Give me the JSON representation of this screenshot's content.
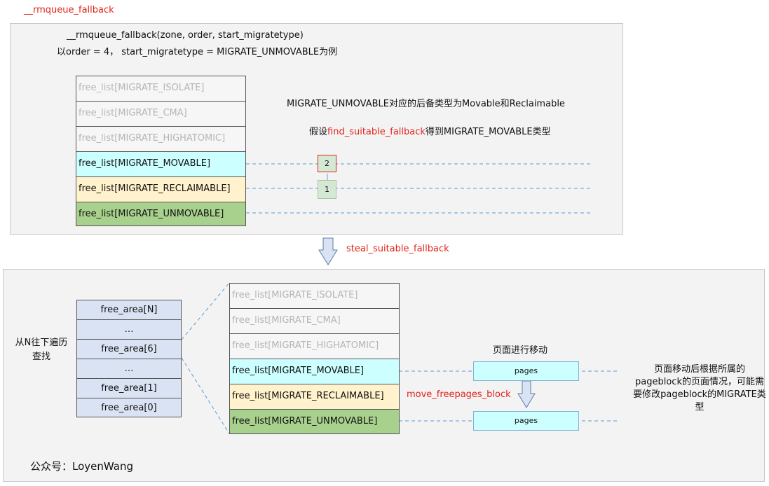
{
  "header_label": "__rmqueue_fallback",
  "top": {
    "call_line": "__rmqueue_fallback(zone, order, start_migratetype)",
    "example_line": "以order = 4， start_migratetype = MIGRATE_UNMOVABLE为例",
    "lists": [
      "free_list[MIGRATE_ISOLATE]",
      "free_list[MIGRATE_CMA]",
      "free_list[MIGRATE_HIGHATOMIC]",
      "free_list[MIGRATE_MOVABLE]",
      "free_list[MIGRATE_RECLAIMABLE]",
      "free_list[MIGRATE_UNMOVABLE]"
    ],
    "note1": "MIGRATE_UNMOVABLE对应的后备类型为Movable和Reclaimable",
    "note2_prefix": "假设",
    "note2_func": "find_suitable_fallback",
    "note2_suffix": "得到MIGRATE_MOVABLE类型",
    "marker_movable": "2",
    "marker_reclaimable": "1"
  },
  "transition_label": "steal_suitable_fallback",
  "bottom": {
    "left_text": "从N往下遍历查找",
    "free_areas": [
      "free_area[N]",
      "…",
      "free_area[6]",
      "…",
      "free_area[1]",
      "free_area[0]"
    ],
    "lists": [
      "free_list[MIGRATE_ISOLATE]",
      "free_list[MIGRATE_CMA]",
      "free_list[MIGRATE_HIGHATOMIC]",
      "free_list[MIGRATE_MOVABLE]",
      "free_list[MIGRATE_RECLAIMABLE]",
      "free_list[MIGRATE_UNMOVABLE]"
    ],
    "move_title": "页面进行移动",
    "pages_label_1": "pages",
    "pages_label_2": "pages",
    "move_func": "move_freepages_block",
    "right_note": "页面移动后根据所属的pageblock的页面情况，可能需要修改pageblock的MIGRATE类型",
    "watermark": "公众号：LoyenWang"
  },
  "colors": {
    "highlight": "#e2231a",
    "movable": "#ccffff",
    "reclaimable": "#fff2cc",
    "unmovable": "#a9d18e",
    "free_area": "#dae3f3",
    "dash": "#5b9bd5"
  }
}
